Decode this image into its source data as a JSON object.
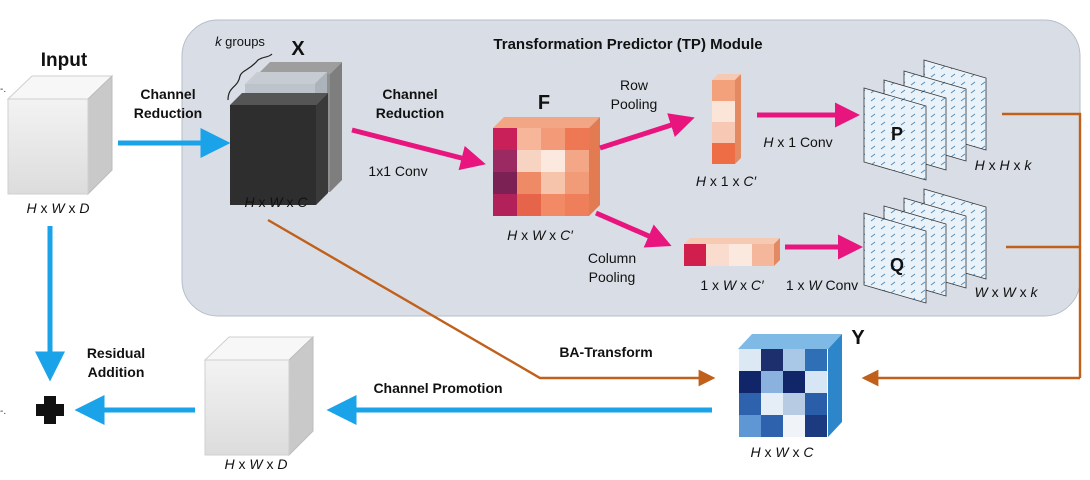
{
  "module": {
    "title": "Transformation Predictor (TP) Module"
  },
  "input": {
    "title": "Input",
    "dims": [
      "H",
      " x ",
      "W",
      " x ",
      "D"
    ]
  },
  "x_tensor": {
    "title": "X",
    "groups_label": [
      "k",
      " groups"
    ],
    "dims": [
      "H",
      " x ",
      "W",
      " x ",
      "C"
    ]
  },
  "f_tensor": {
    "title": "F",
    "dims": [
      "H",
      " x ",
      "W",
      " x ",
      "C′"
    ]
  },
  "row_vec": {
    "dims": [
      "H",
      " x 1 x ",
      "C′"
    ]
  },
  "col_vec": {
    "dims": [
      "1 x ",
      "W",
      " x ",
      "C′"
    ]
  },
  "p_tensor": {
    "title": "P",
    "dims": [
      "H",
      " x ",
      "H",
      " x ",
      "k"
    ]
  },
  "q_tensor": {
    "title": "Q",
    "dims": [
      "W",
      " x ",
      "W",
      " x ",
      "k"
    ]
  },
  "y_tensor": {
    "title": "Y",
    "dims": [
      "H",
      " x ",
      "W",
      " x ",
      "C"
    ]
  },
  "output": {
    "dims": [
      "H",
      " x ",
      "W",
      " x ",
      "D"
    ]
  },
  "ops": {
    "channel_reduction_1": [
      "Channel",
      "Reduction"
    ],
    "channel_reduction_2": [
      "Channel",
      "Reduction"
    ],
    "conv_1x1": "1x1 Conv",
    "row_pooling": [
      "Row",
      "Pooling"
    ],
    "column_pooling": [
      "Column",
      "Pooling"
    ],
    "hx1_conv": [
      "H",
      " x 1 Conv"
    ],
    "1xw_conv": [
      "1 x ",
      "W",
      " Conv"
    ],
    "ba_transform": "BA-Transform",
    "channel_promotion": "Channel Promotion",
    "residual_addition": [
      "Residual",
      "Addition"
    ]
  },
  "colors": {
    "blue_arrow": "#1aa3e8",
    "magenta_arrow": "#e8157f",
    "orange_arrow": "#c0601b",
    "module_bg": "#d9dee6"
  }
}
